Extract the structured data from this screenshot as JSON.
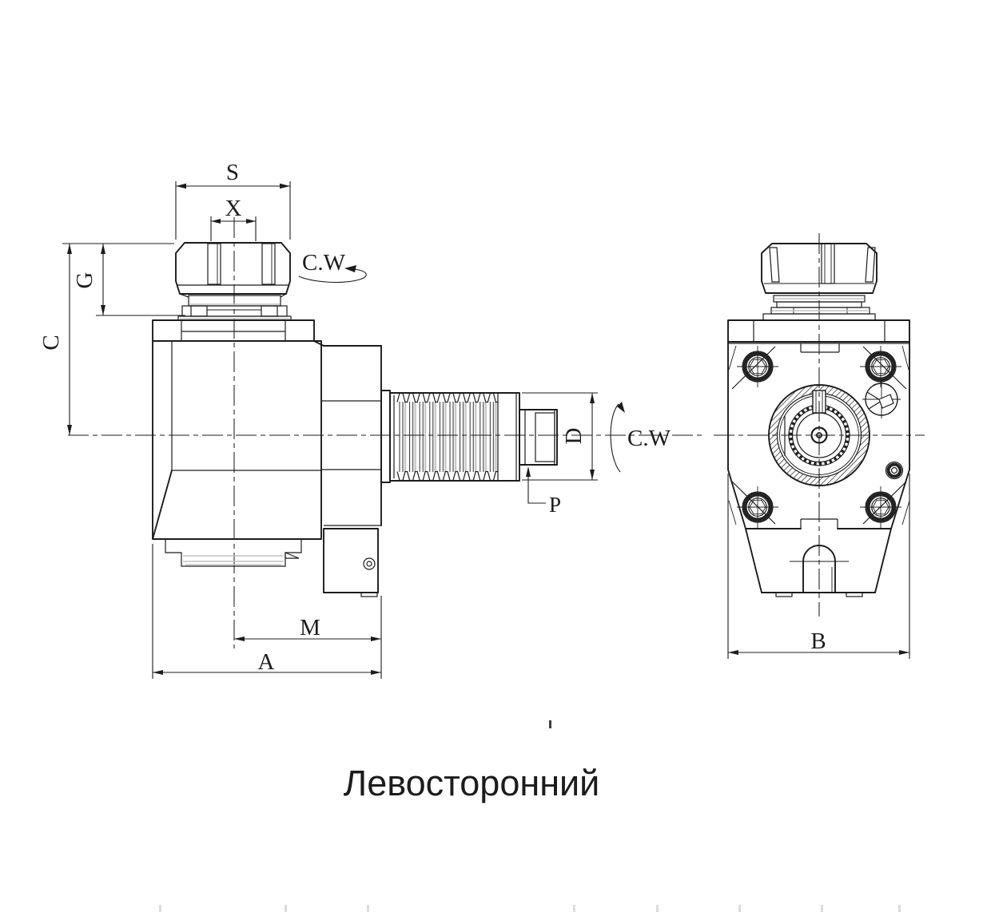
{
  "drawing": {
    "caption": "Левосторонний",
    "side_view": {
      "dim_s": "S",
      "dim_x": "X",
      "dim_g": "G",
      "dim_c": "C",
      "dim_m": "M",
      "dim_a": "A",
      "dim_d": "D",
      "dim_p": "P",
      "rotation_top": "C.W",
      "rotation_side": "C.W"
    },
    "front_view": {
      "dim_b": "B"
    }
  },
  "colors": {
    "line": "#1c1c1c",
    "shade": "#c2c2c2",
    "dark": "#232323",
    "thread_shade": "#c8c8c8",
    "faint_tick": "#dcdcdc",
    "artifact": "#3f3f3f",
    "background": "#ffffff"
  }
}
